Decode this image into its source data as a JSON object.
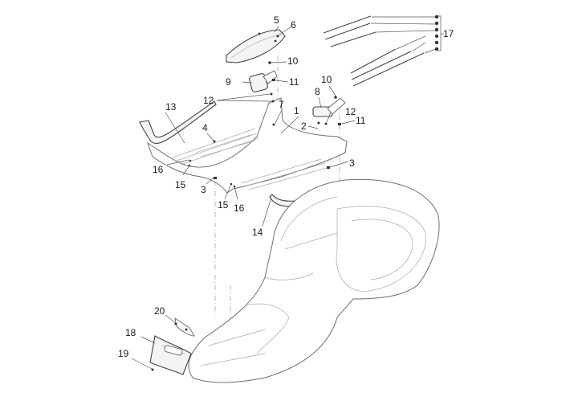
{
  "diagram": {
    "title": "",
    "type": "exploded-parts-diagram",
    "subject": "scooter frame / footboard and floor mats",
    "parts": [
      {
        "id": "floor-body",
        "callout": "1"
      },
      {
        "id": "screw-2",
        "callout": "2"
      },
      {
        "id": "clip-3",
        "callout": "3"
      },
      {
        "id": "screw-4",
        "callout": "4"
      },
      {
        "id": "glovebox-cover",
        "callout": "5"
      },
      {
        "id": "screw-6",
        "callout": "6"
      },
      {
        "id": "screw-7",
        "callout": "7"
      },
      {
        "id": "latch-right",
        "callout": "8"
      },
      {
        "id": "latch-left",
        "callout": "9"
      },
      {
        "id": "screw-10",
        "callout": "10"
      },
      {
        "id": "nut-11",
        "callout": "11"
      },
      {
        "id": "screw-12",
        "callout": "12"
      },
      {
        "id": "trim-rail-left",
        "callout": "13"
      },
      {
        "id": "trim-rail-right",
        "callout": "14"
      },
      {
        "id": "screw-15",
        "callout": "15"
      },
      {
        "id": "washer-16",
        "callout": "16"
      },
      {
        "id": "footboard-strips",
        "callout": "17"
      },
      {
        "id": "front-cover-plate",
        "callout": "18"
      },
      {
        "id": "screw-19",
        "callout": "19"
      },
      {
        "id": "nut-20",
        "callout": "20"
      }
    ],
    "labels": [
      {
        "text": "5",
        "name": "callout-5"
      },
      {
        "text": "6",
        "name": "callout-6"
      },
      {
        "text": "10",
        "name": "callout-10-top"
      },
      {
        "text": "9",
        "name": "callout-9"
      },
      {
        "text": "11",
        "name": "callout-11-top"
      },
      {
        "text": "12",
        "name": "callout-12-left"
      },
      {
        "text": "10",
        "name": "callout-10-right"
      },
      {
        "text": "8",
        "name": "callout-8"
      },
      {
        "text": "12",
        "name": "callout-12-right"
      },
      {
        "text": "11",
        "name": "callout-11-right"
      },
      {
        "text": "13",
        "name": "callout-13"
      },
      {
        "text": "7",
        "name": "callout-7"
      },
      {
        "text": "1",
        "name": "callout-1"
      },
      {
        "text": "2",
        "name": "callout-2"
      },
      {
        "text": "4",
        "name": "callout-4"
      },
      {
        "text": "16",
        "name": "callout-16-left"
      },
      {
        "text": "15",
        "name": "callout-15-left"
      },
      {
        "text": "3",
        "name": "callout-3-left"
      },
      {
        "text": "15",
        "name": "callout-15-mid"
      },
      {
        "text": "16",
        "name": "callout-16-mid"
      },
      {
        "text": "3",
        "name": "callout-3-right"
      },
      {
        "text": "14",
        "name": "callout-14"
      },
      {
        "text": "17",
        "name": "callout-17"
      },
      {
        "text": "20",
        "name": "callout-20"
      },
      {
        "text": "18",
        "name": "callout-18"
      },
      {
        "text": "19",
        "name": "callout-19"
      }
    ]
  }
}
